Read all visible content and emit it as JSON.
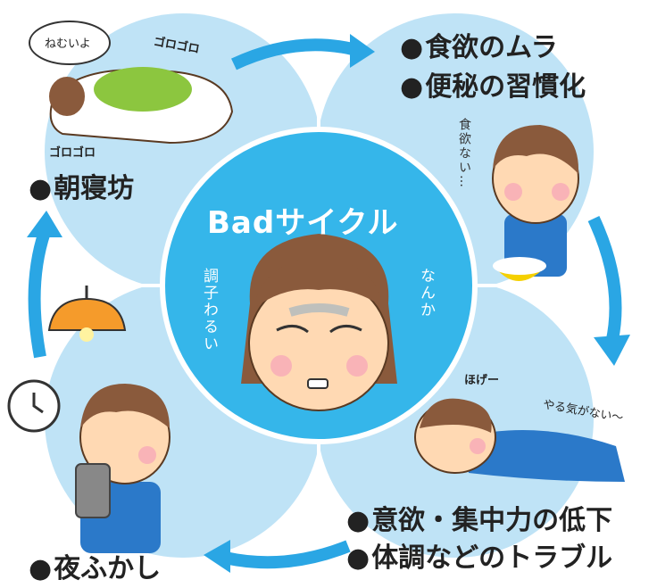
{
  "center": {
    "title": "Badサイクル",
    "left_vertical": "調子わるい",
    "right_vertical": "なんか"
  },
  "stages": {
    "top_right": {
      "lines": [
        "食欲のムラ",
        "便秘の習慣化"
      ],
      "vertical": "食欲ない…"
    },
    "right": {
      "lines": [
        "意欲・集中力の低下",
        "体調などのトラブル"
      ],
      "sound": "ほげー",
      "caption": "やる気がない〜"
    },
    "bottom_left": {
      "lines": [
        "夜ふかし"
      ]
    },
    "top_left": {
      "lines": [
        "朝寝坊"
      ],
      "bubble": "ねむいよ",
      "sound1": "ゴロゴロ",
      "sound2": "ゴロゴロ"
    }
  },
  "colors": {
    "circle": "#bfe3f6",
    "center": "#35b6ea",
    "arrow": "#2aa6e4"
  }
}
